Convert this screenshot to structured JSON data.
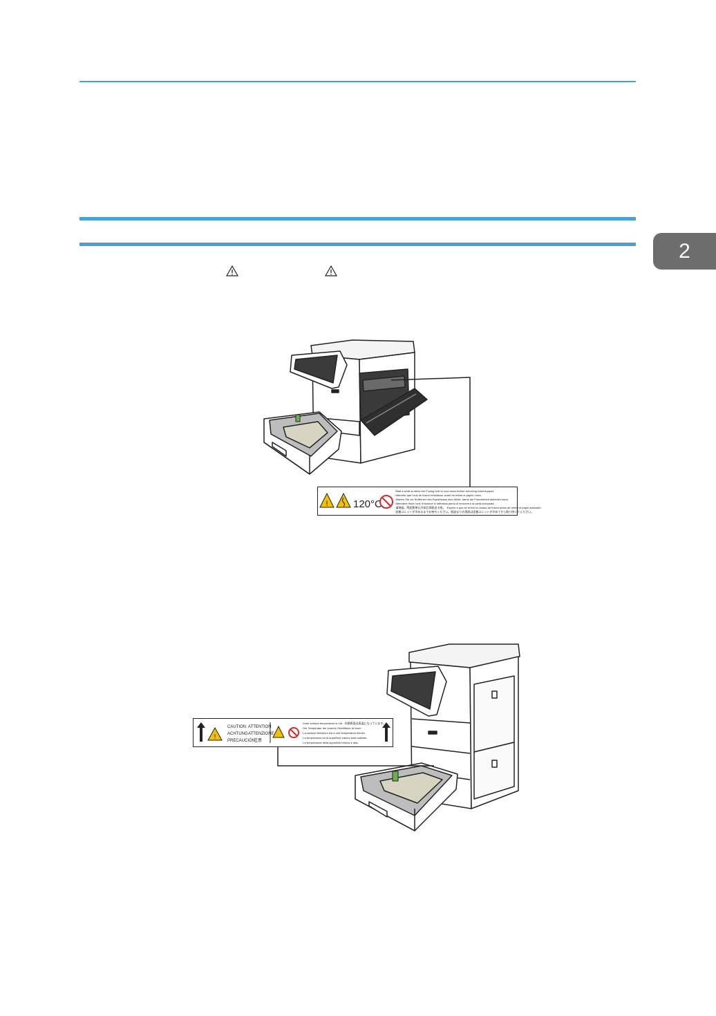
{
  "chapter_tab": {
    "number": "2"
  },
  "label_1": {
    "temperature": "120°C",
    "lines": [
      "·Wait a while to allow the Fusing Unit to cool down before removing misfed paper.",
      "·Attendre que l'unit de fusion refroidisse avant de retirer le papier coinc.",
      "·Warten Sie vor Entfernen des Papierstaus eine Weile, damit die Fixiereinheit abkühlen kann.",
      "·Attendere finch l'unit di fusione si raffredda prima di rimuovere la carta inceppata.",
      "·请稍候，等定影单元冷却后再取出卡纸。 ·Espere a que se enfríe la unidad de fusión antes de retirar el papel atascado.",
      "·定着ユニットが冷めるまでお待ちください。紙詰まりの用紙は定着ユニットが冷めてから取り除いてください。"
    ]
  },
  "label_2": {
    "warnings": [
      "CAUTION",
      "ATTENTION",
      "ACHTUNG",
      "ATTENZIONE",
      "PRECAUCIÓN",
      "注意"
    ],
    "lines": [
      "·Inner surface temperature is hot. ·内側表面は高温になっています。",
      "·Die Temperatur der inneren Oberfläche ist hoch.",
      "·La surface intérieure est à une température élevée.",
      "·La temperatura en la superficie interior está caliente.",
      "·La temperatura della superficie interna è alta."
    ]
  }
}
